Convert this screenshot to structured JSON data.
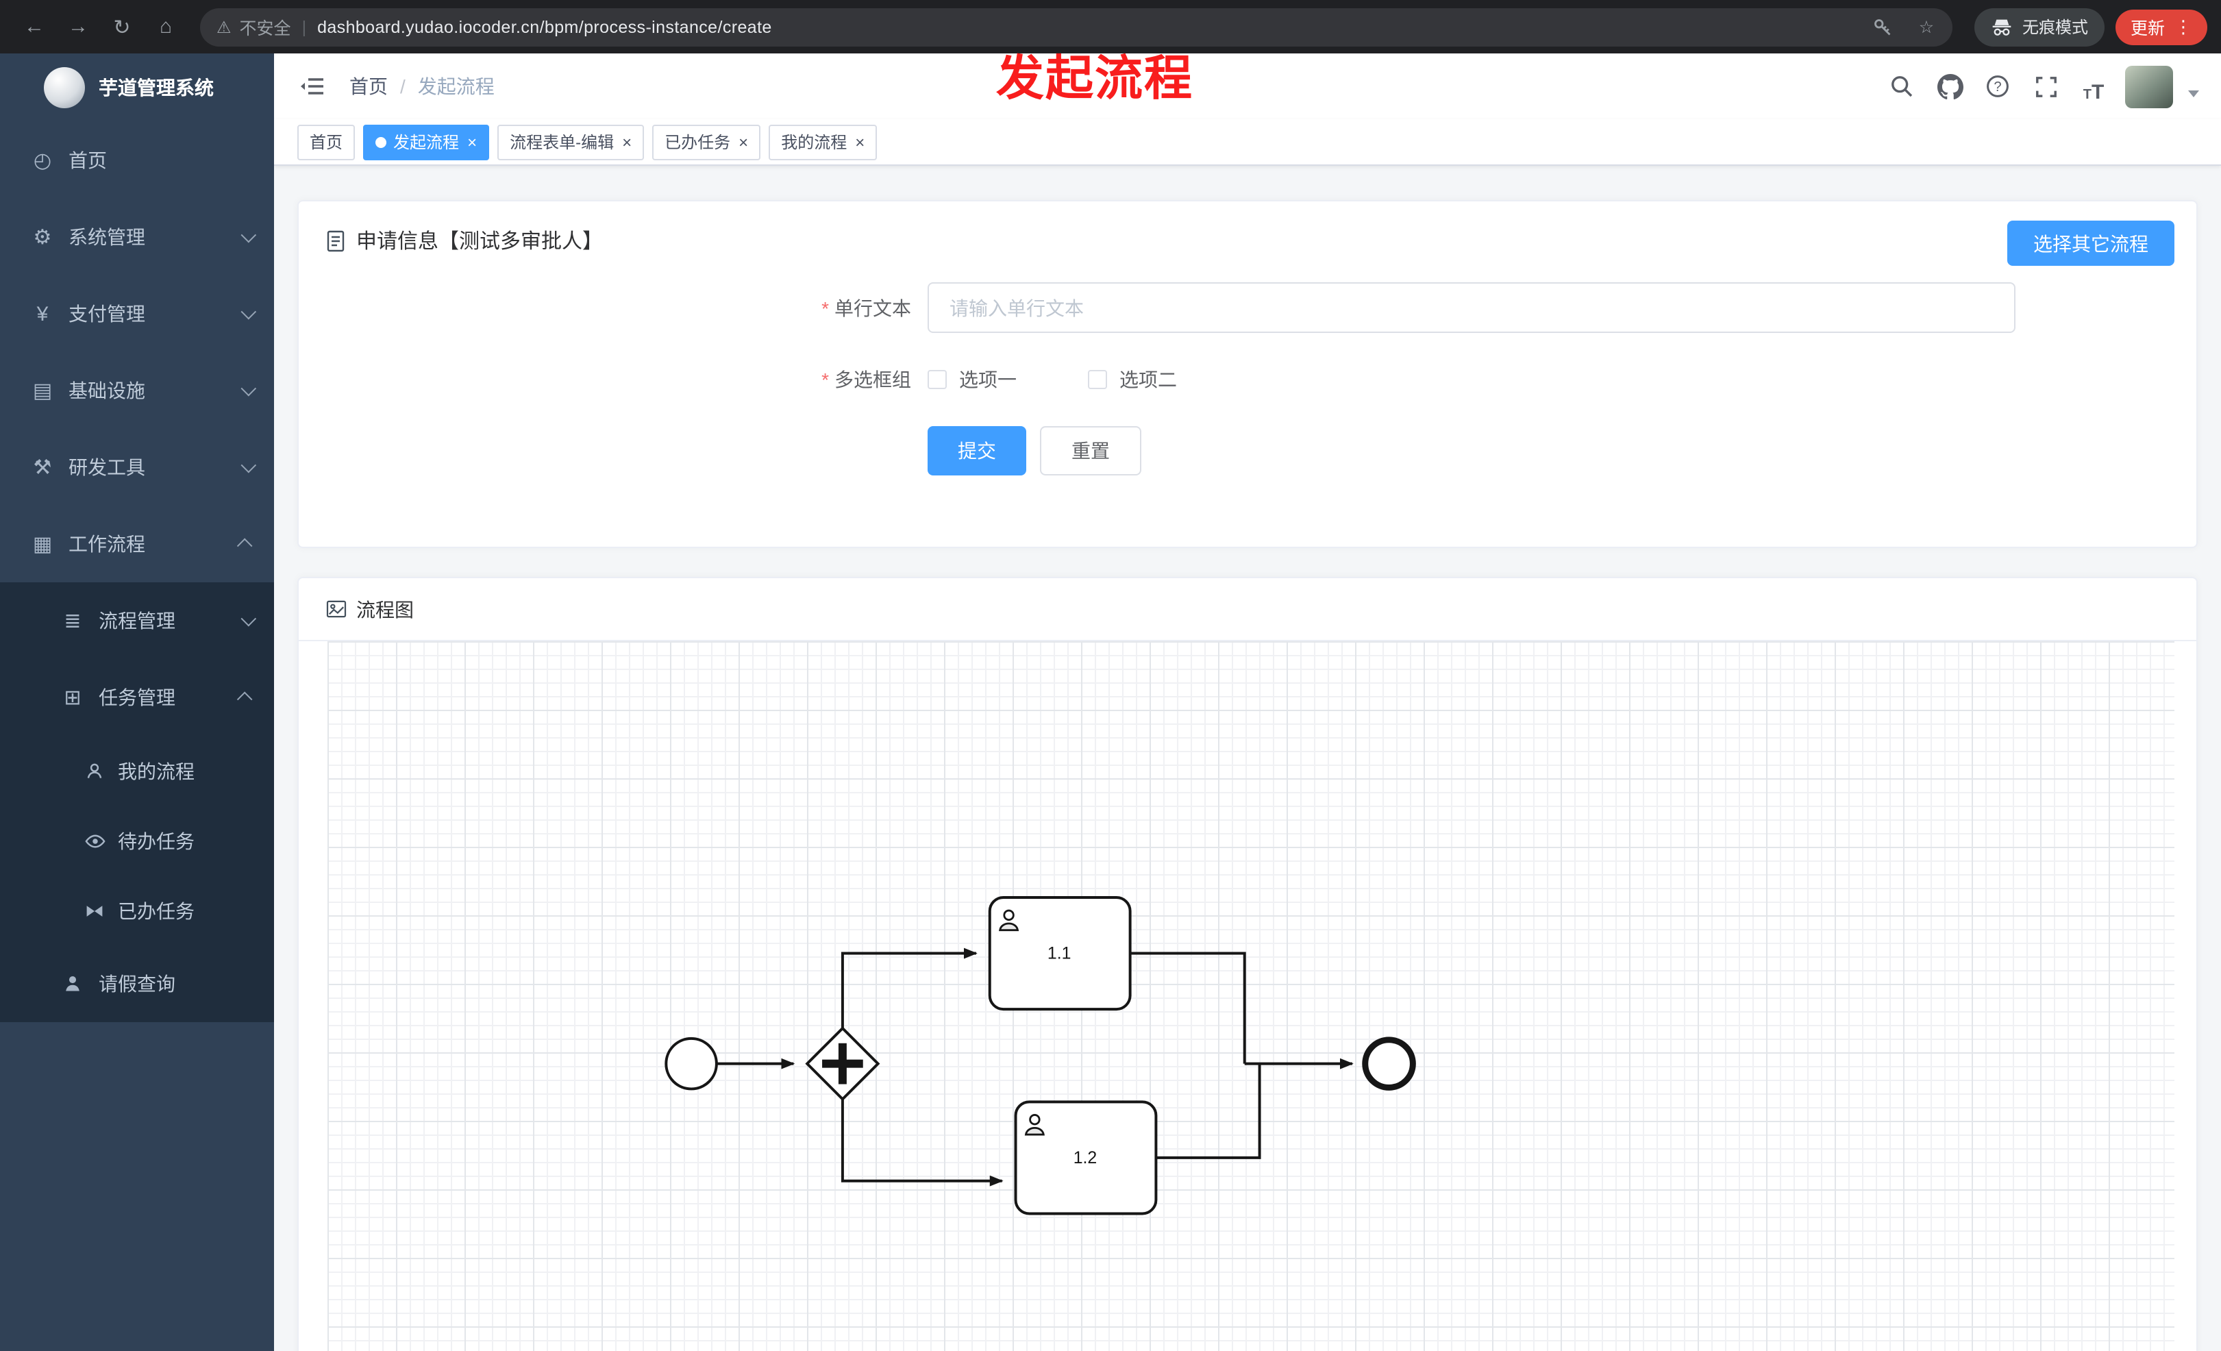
{
  "browser": {
    "security_label": "不安全",
    "url": "dashboard.yudao.iocoder.cn/bpm/process-instance/create",
    "incognito_label": "无痕模式",
    "update_label": "更新"
  },
  "icons": {
    "back": "←",
    "forward": "→",
    "reload": "↻",
    "home": "⌂",
    "warning": "⚠",
    "star": "☆",
    "kebab": "⋮",
    "url_divider": "|",
    "dashboard": "◴",
    "gear": "⚙",
    "payment": "¥",
    "infra": "▤",
    "tools": "⚒",
    "workflow": "▦",
    "process": "≣",
    "task": "⊞",
    "close": "×",
    "font_size_small": "T",
    "font_size_large": "T"
  },
  "annotation": {
    "text": "发起流程"
  },
  "sidebar": {
    "logo_title": "芋道管理系统",
    "items": [
      {
        "label": "首页"
      },
      {
        "label": "系统管理"
      },
      {
        "label": "支付管理"
      },
      {
        "label": "基础设施"
      },
      {
        "label": "研发工具"
      },
      {
        "label": "工作流程"
      },
      {
        "label": "流程管理"
      },
      {
        "label": "任务管理"
      },
      {
        "label": "我的流程"
      },
      {
        "label": "待办任务"
      },
      {
        "label": "已办任务"
      },
      {
        "label": "请假查询"
      }
    ]
  },
  "navbar": {
    "breadcrumb": {
      "home": "首页",
      "separator": "/",
      "current": "发起流程"
    }
  },
  "tabs": [
    {
      "label": "首页",
      "closable": false,
      "active": false
    },
    {
      "label": "发起流程",
      "closable": true,
      "active": true
    },
    {
      "label": "流程表单-编辑",
      "closable": true,
      "active": false
    },
    {
      "label": "已办任务",
      "closable": true,
      "active": false
    },
    {
      "label": "我的流程",
      "closable": true,
      "active": false
    }
  ],
  "form_card": {
    "title": "申请信息【测试多审批人】",
    "select_other_button": "选择其它流程",
    "required_mark": "*",
    "text_field": {
      "label": "单行文本",
      "placeholder": "请输入单行文本",
      "value": ""
    },
    "checkbox_group": {
      "label": "多选框组",
      "options": [
        {
          "label": "选项一",
          "checked": false
        },
        {
          "label": "选项二",
          "checked": false
        }
      ]
    },
    "submit_label": "提交",
    "reset_label": "重置"
  },
  "diagram_card": {
    "title": "流程图",
    "nodes": {
      "task1": "1.1",
      "task2": "1.2"
    }
  },
  "colors": {
    "accent": "#409eff",
    "sidebar_bg": "#304156",
    "annotation_red": "#f81d1d"
  }
}
